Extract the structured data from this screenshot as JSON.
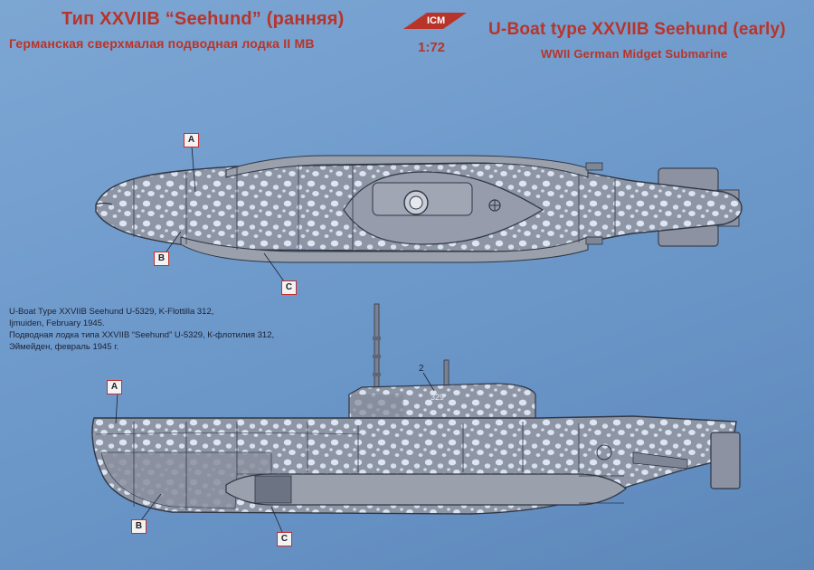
{
  "header": {
    "title_ru": "Тип XXVIIB “Seehund” (ранняя)",
    "subtitle_ru": "Германская сверхмалая подводная лодка II МВ",
    "title_en": "U-Boat type XXVIIB Seehund (early)",
    "subtitle_en": "WWII German Midget Submarine",
    "brand": "ICM",
    "scale": "1:72"
  },
  "caption": {
    "line1": "U-Boat Type XXVIIB Seehund U-5329, K-Flottilla 312,",
    "line2": "Ijmuiden, February 1945.",
    "line3": "Подводная лодка типа XXVIIB “Seehund” U-5329, К-флотилия 312,",
    "line4": "Эймейден, февраль 1945 г."
  },
  "callouts": {
    "a": "A",
    "b": "B",
    "c": "C"
  },
  "markings": {
    "number_label": "2",
    "hull_number": "329"
  },
  "colors": {
    "background": "#6f9bcc",
    "hull_grey": "#8f96a6",
    "belly_grey": "#9aa0ac",
    "spot": "#d9e3f1",
    "accent_red": "#b8342a"
  }
}
